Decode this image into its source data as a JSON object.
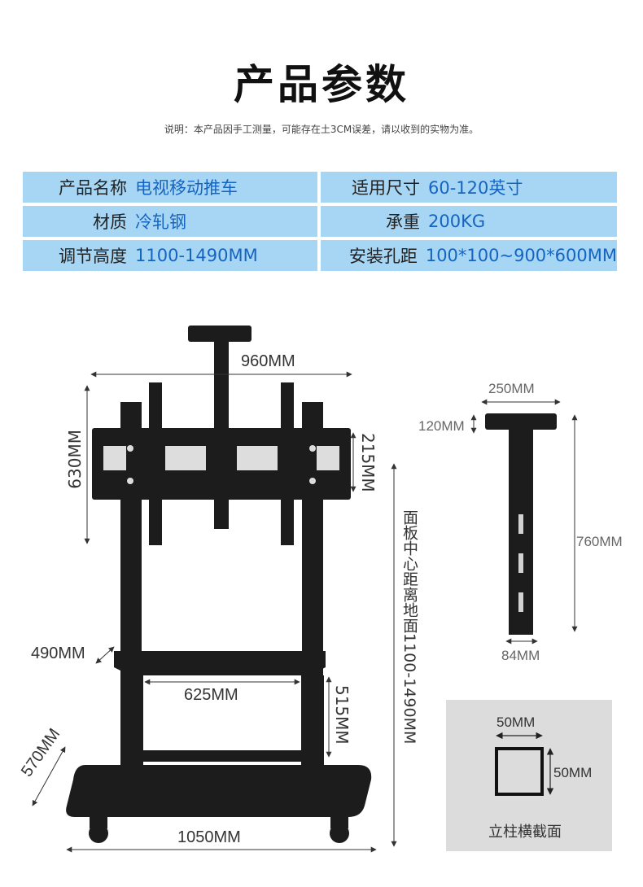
{
  "header": {
    "title": "产品参数",
    "note": "说明：本产品因手工测量，可能存在土3CM误差，请以收到的实物为准。"
  },
  "specs": [
    {
      "label_left": "产品名称",
      "value_left": "电视移动推车",
      "label_right": "适用尺寸",
      "value_right": "60-120英寸"
    },
    {
      "label_left": "材质",
      "value_left": "冷轧钢",
      "label_right": "承重",
      "value_right": "200KG"
    },
    {
      "label_left": "调节高度",
      "value_left": "1100-1490MM",
      "label_right": "安装孔距",
      "value_right": "100*100~900*600MM"
    }
  ],
  "dimensions": {
    "main_width": "960MM",
    "main_height": "630MM",
    "bracket_height": "215MM",
    "panel_center": "面板中心距离地面1100-1490MM",
    "shelf_depth": "490MM",
    "shelf_width": "625MM",
    "shelf_height": "515MM",
    "base_depth": "570MM",
    "base_width": "1050MM",
    "arm_width": "250MM",
    "arm_top": "120MM",
    "arm_length": "760MM",
    "arm_bottom": "84MM",
    "cross_w": "50MM",
    "cross_h": "50MM",
    "cross_caption": "立柱横截面"
  },
  "colors": {
    "table_bg": "#a7d6f5",
    "value_text": "#1565c0",
    "product": "#1c1c1c"
  }
}
